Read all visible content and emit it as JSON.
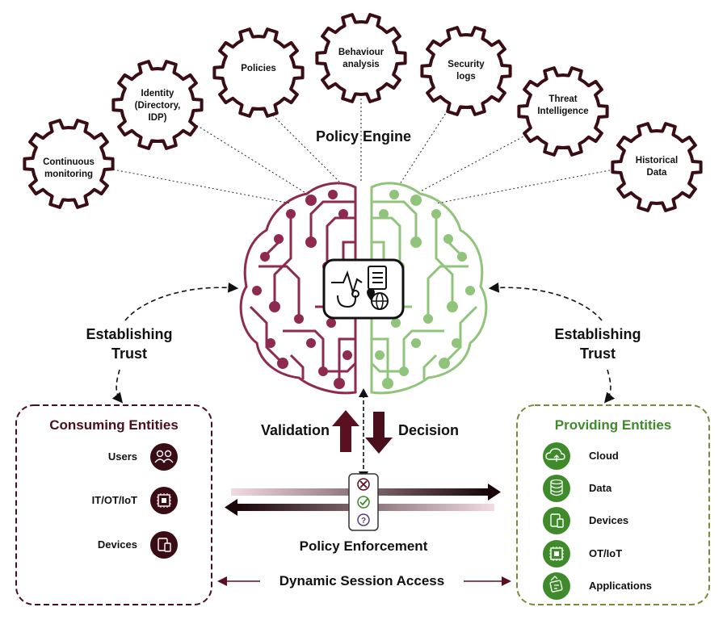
{
  "gears": [
    {
      "name": "continuous-monitoring",
      "label": "Continuous\nmonitoring"
    },
    {
      "name": "identity",
      "label": "Identity\n(Directory,\nIDP)"
    },
    {
      "name": "policies",
      "label": "Policies"
    },
    {
      "name": "behaviour-analysis",
      "label": "Behaviour\nanalysis"
    },
    {
      "name": "security-logs",
      "label": "Security\nlogs"
    },
    {
      "name": "threat-intelligence",
      "label": "Threat\nIntelligence"
    },
    {
      "name": "historical-data",
      "label": "Historical\nData"
    }
  ],
  "policy_engine": "Policy Engine",
  "establishing_trust_left": "Establishing\nTrust",
  "establishing_trust_right": "Establishing\nTrust",
  "validation": "Validation",
  "decision": "Decision",
  "policy_enforcement": "Policy Enforcement",
  "dynamic_session_access": "Dynamic Session Access",
  "consuming": {
    "title": "Consuming Entities",
    "items": [
      {
        "label": "Users",
        "icon": "users-icon"
      },
      {
        "label": "IT/OT/IoT",
        "icon": "chip-icon"
      },
      {
        "label": "Devices",
        "icon": "devices-icon"
      }
    ]
  },
  "providing": {
    "title": "Providing Entities",
    "items": [
      {
        "label": "Cloud",
        "icon": "cloud-icon"
      },
      {
        "label": "Data",
        "icon": "database-icon"
      },
      {
        "label": "Devices",
        "icon": "devices-icon"
      },
      {
        "label": "OT/IoT",
        "icon": "chip-icon"
      },
      {
        "label": "Applications",
        "icon": "applications-icon"
      }
    ]
  },
  "colors": {
    "maroon": "#8e2a4e",
    "dark_maroon": "#4a0f1c",
    "green": "#8fc47a",
    "green_dark": "#3f8a2a",
    "olive_border": "#7a8a3a"
  }
}
